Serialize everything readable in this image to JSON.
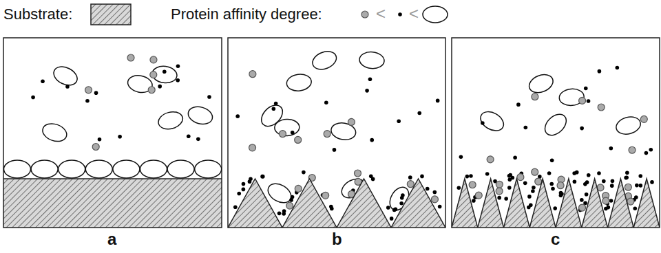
{
  "diagram": {
    "labels": [
      "<",
      "<",
      "a",
      "b",
      "c"
    ],
    "legend": [
      {
        "text": "Substrate:"
      },
      {
        "text": "Protein affinity degree:"
      }
    ]
  }
}
